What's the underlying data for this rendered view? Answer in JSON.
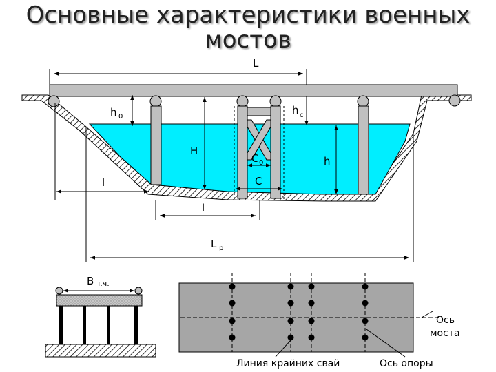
{
  "title": {
    "line1": "Основные характеристики военных",
    "line2": "мостов"
  },
  "diagram": {
    "labels": {
      "L": "L",
      "h0": "h",
      "h0_sub": "0",
      "hc": "h",
      "hc_sub": "c",
      "H": "H",
      "C0": "C",
      "C0_sub": "0",
      "h": "h",
      "l_left": "l",
      "C": "C",
      "l_bottom": "l",
      "Lp": "L",
      "Lp_sub": "p",
      "Bpch": "B",
      "Bpch_sub": "п.ч.",
      "axis_bridge": "Ось моста",
      "axis_bridge_line1": "Ось",
      "axis_bridge_line2": "моста",
      "pile_line": "Линия крайних свай",
      "support_axis": "Ось опоры"
    },
    "colors": {
      "water": "#00eeff",
      "steel": "#c0c0c0",
      "plan": "#a6a6a6",
      "outline": "#000000"
    }
  }
}
